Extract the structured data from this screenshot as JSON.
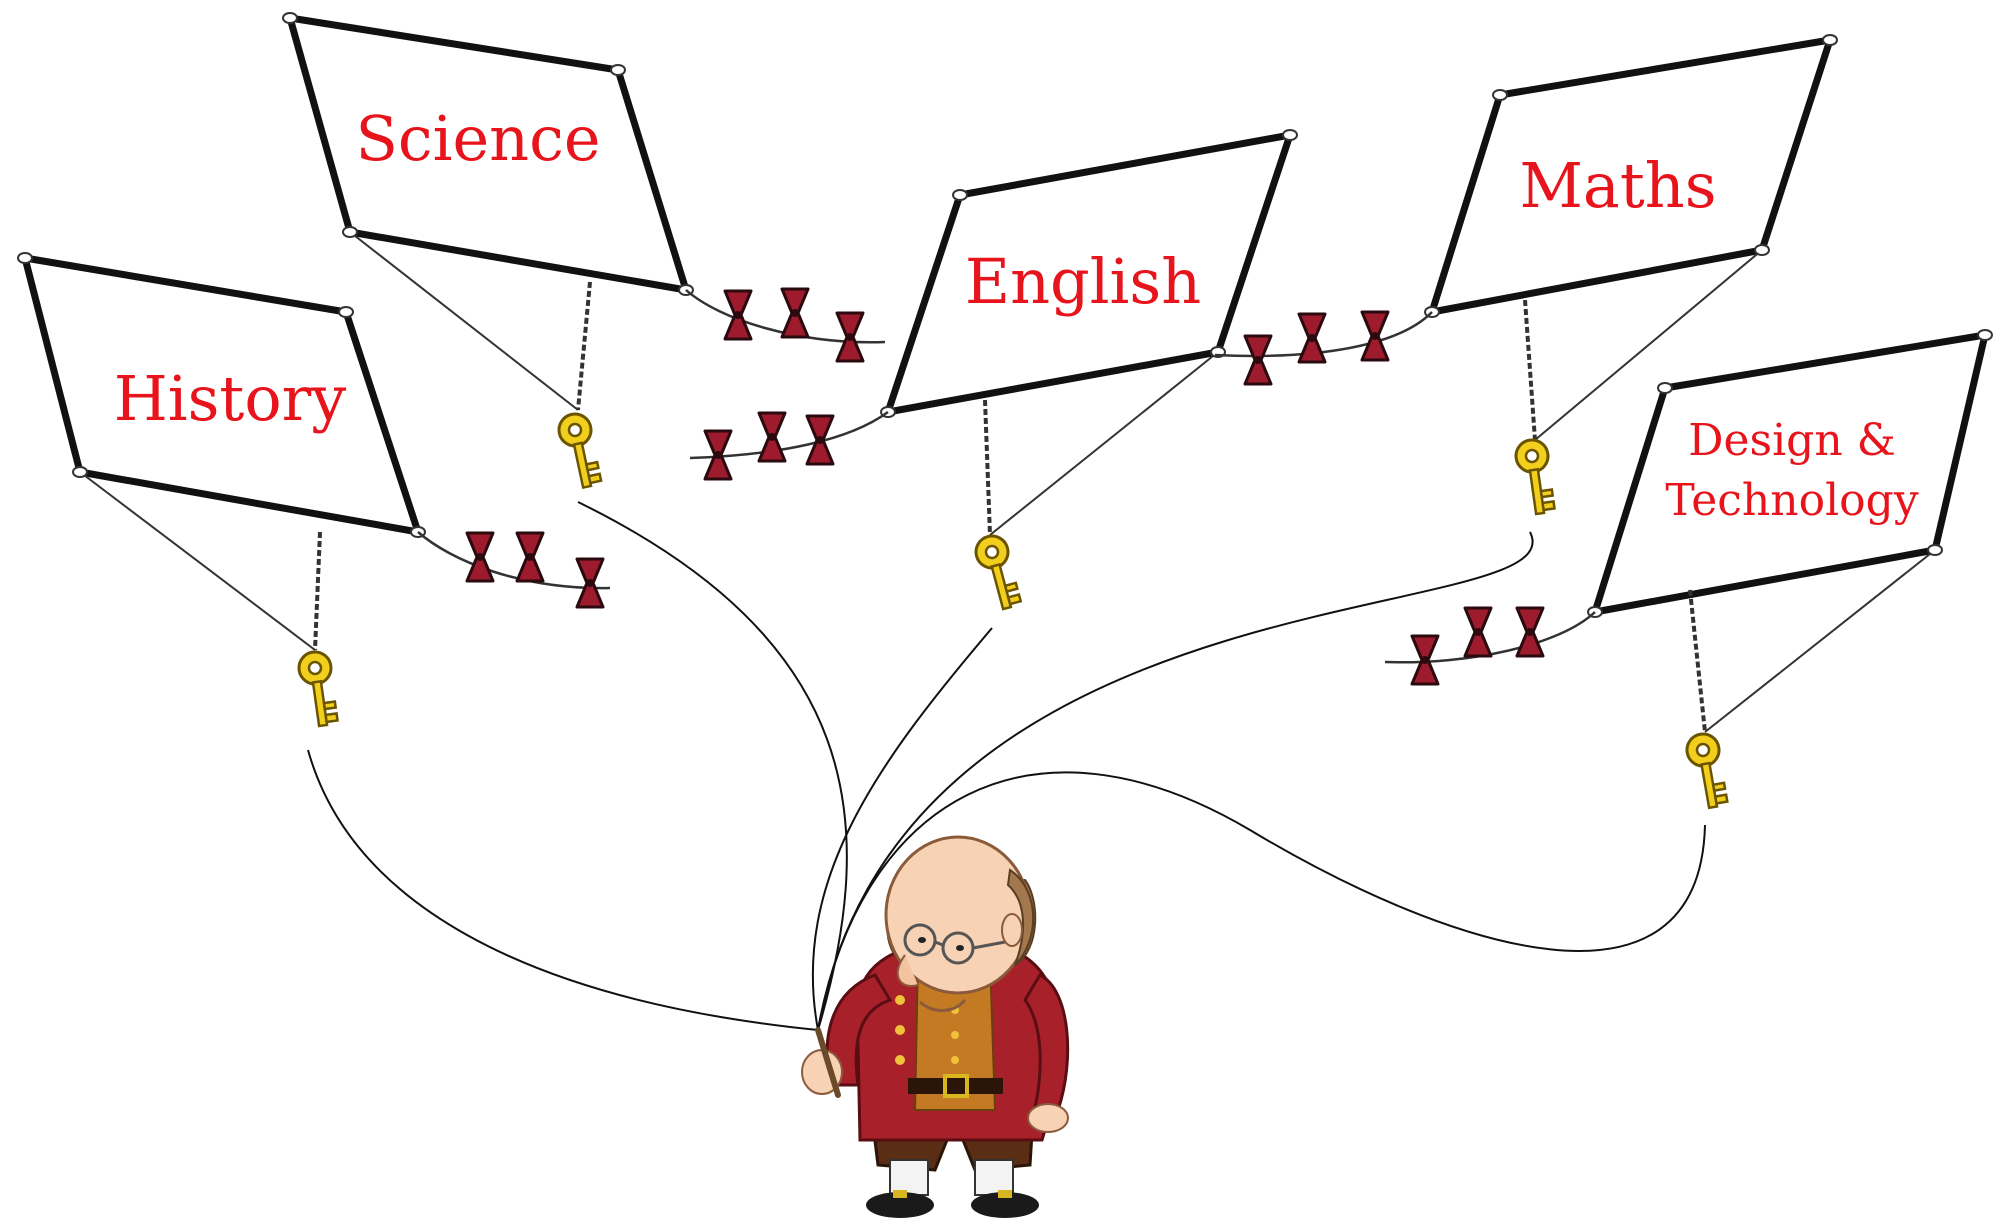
{
  "colors": {
    "label": "#e8141c",
    "kite_fill": "#ffffff",
    "kite_frame": "#111111",
    "bow": "#9e1b2d",
    "bow_outline": "#2a0a0f",
    "key": "#f2cf1c",
    "key_outline": "#6b5400",
    "string": "#111111",
    "coat": "#a8202a",
    "waistcoat": "#c47a22",
    "breeches": "#5a2e14",
    "skin": "#f7d2b4",
    "hair": "#a3784e"
  },
  "kites": [
    {
      "subject": "History",
      "line1": "History",
      "line2": ""
    },
    {
      "subject": "Science",
      "line1": "Science",
      "line2": ""
    },
    {
      "subject": "English",
      "line1": "English",
      "line2": ""
    },
    {
      "subject": "Maths",
      "line1": "Maths",
      "line2": ""
    },
    {
      "subject": "Design & Technology",
      "line1": "Design &",
      "line2": "Technology"
    }
  ],
  "icons": {
    "kite": "kite-icon",
    "bow": "bow-tail-icon",
    "key": "key-icon",
    "figure": "benjamin-franklin-cartoon"
  }
}
